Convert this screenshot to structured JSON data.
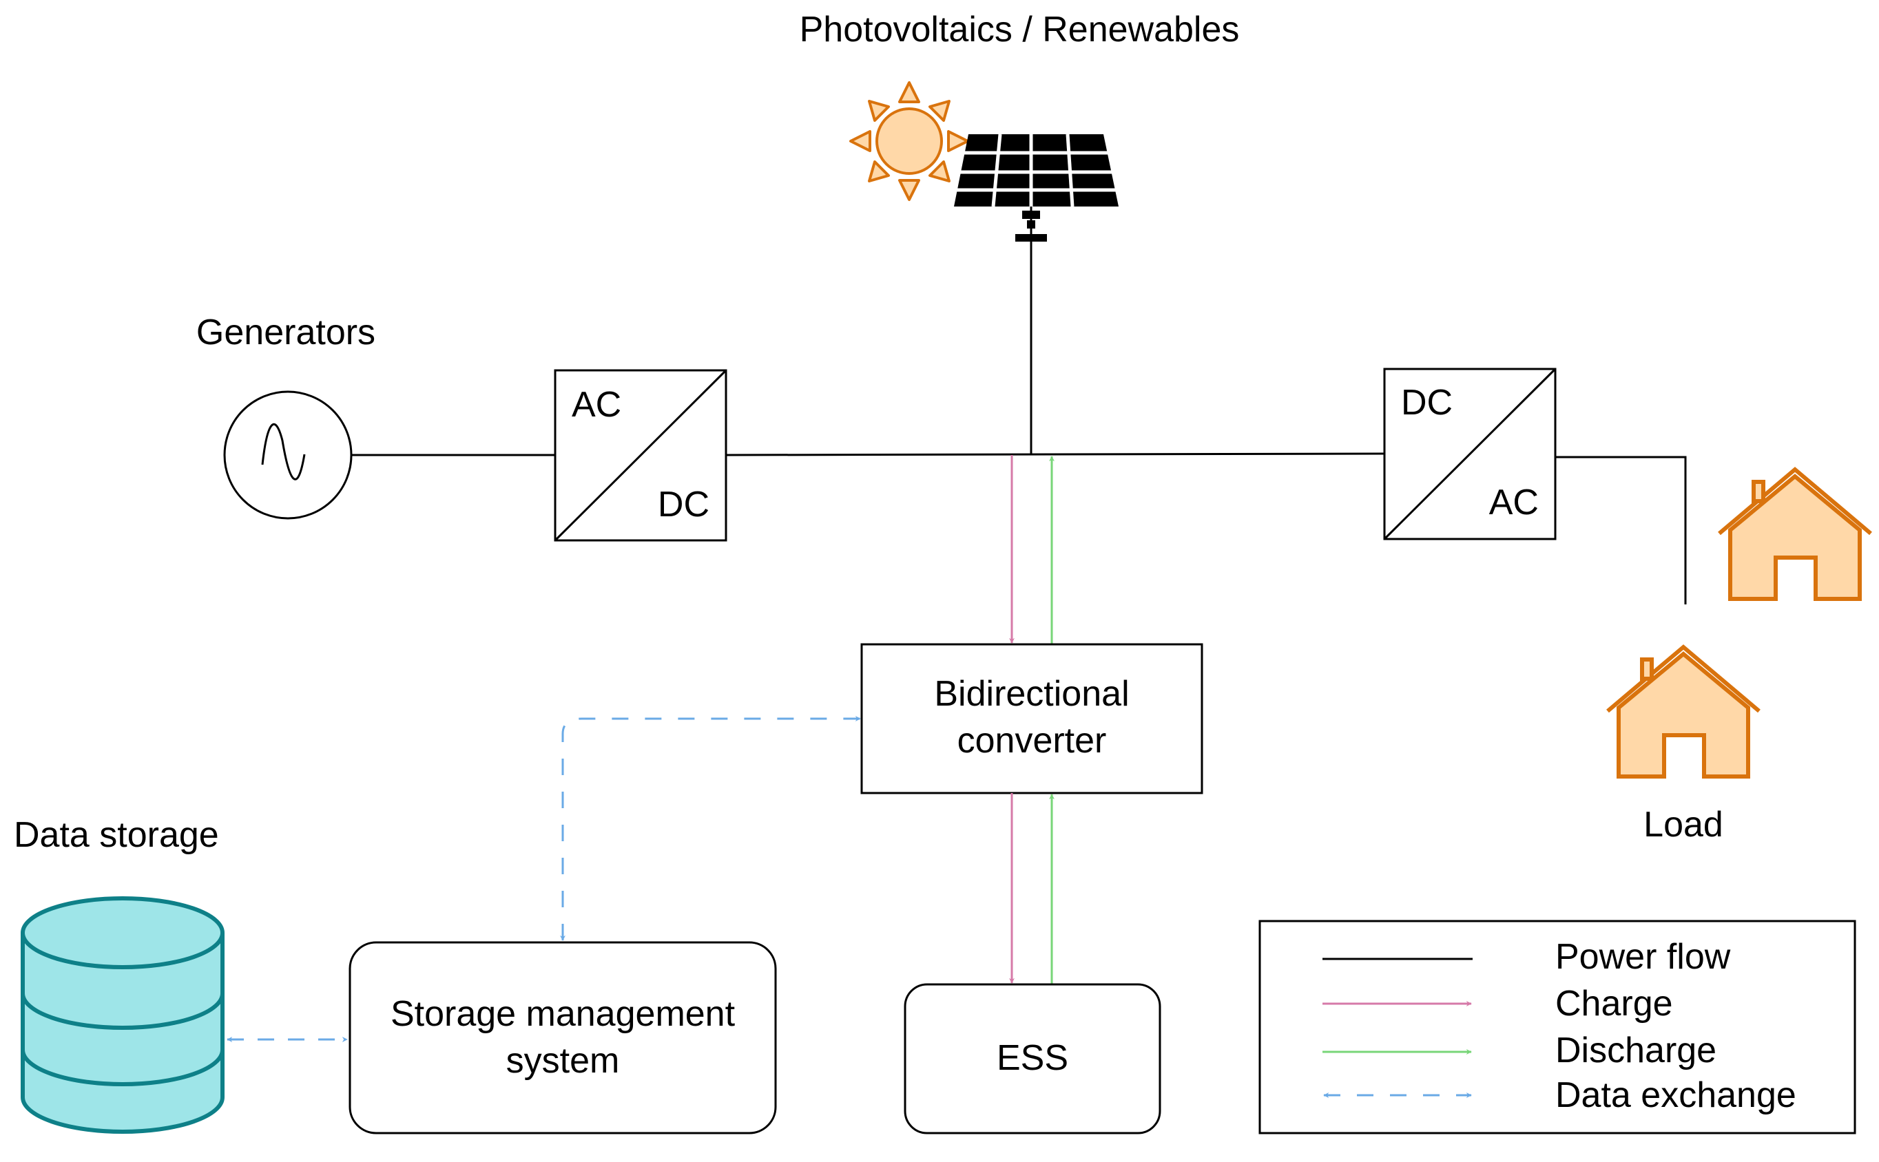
{
  "title": "Photovoltaics / Renewables",
  "labels": {
    "generators": "Generators",
    "data_storage": "Data storage",
    "load": "Load"
  },
  "converters": {
    "ac_dc": {
      "top": "AC",
      "bottom": "DC"
    },
    "dc_ac": {
      "top": "DC",
      "bottom": "AC"
    }
  },
  "blocks": {
    "bidirectional": [
      "Bidirectional",
      "converter"
    ],
    "sms": [
      "Storage management",
      "system"
    ],
    "ess": "ESS"
  },
  "legend": [
    {
      "label": "Power flow",
      "style": "solid-line",
      "color": "#000000"
    },
    {
      "label": "Charge",
      "style": "arrow",
      "color": "#d67aa8"
    },
    {
      "label": "Discharge",
      "style": "arrow",
      "color": "#78d678"
    },
    {
      "label": "Data exchange",
      "style": "dashed-double-arrow",
      "color": "#6aaae6"
    }
  ],
  "colors": {
    "charge": "#d67aa8",
    "discharge": "#78d678",
    "data": "#6aaae6",
    "orange_stroke": "#d9730d",
    "orange_fill": "#ffd8a8",
    "db_stroke": "#0e8088",
    "db_fill": "#9ee5e8"
  }
}
